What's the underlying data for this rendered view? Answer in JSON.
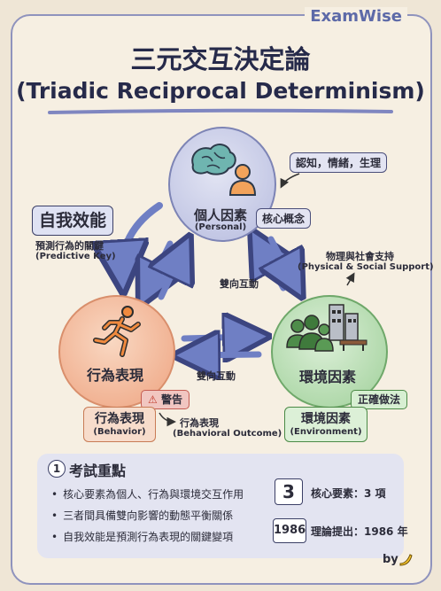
{
  "brand": "ExamWise",
  "title": {
    "zh": "三元交互決定論",
    "en": "(Triadic Reciprocal Determinism)"
  },
  "personal": {
    "zh": "個人因素",
    "en": "(Personal)",
    "tag_core": "核心概念",
    "tag_cog": "認知，情緒，生理"
  },
  "behavior": {
    "zh": "行為表現",
    "box_zh": "行為表現",
    "box_en": "(Behavior)",
    "warning": "警告",
    "outcome_zh": "行為表現",
    "outcome_en": "(Behavioral Outcome)"
  },
  "environment": {
    "zh": "環境因素",
    "box_zh": "環境因素",
    "box_en": "(Environment)",
    "correct": "正確做法",
    "support_zh": "物理與社會支持",
    "support_en": "(Physical & Social Support)"
  },
  "self_efficacy": {
    "title": "自我效能",
    "desc_zh": "預測行為的關鍵",
    "desc_en": "(Predictive Key)"
  },
  "links": {
    "upper": "雙向互動",
    "lower": "雙向互動"
  },
  "key_points": {
    "number": "1",
    "heading": "考試重點",
    "bullets": [
      "核心要素為個人、行為與環境交互作用",
      "三者間具備雙向影響的動態平衡關係",
      "自我效能是預測行為表現的關鍵變項"
    ],
    "stats": [
      {
        "value": "3",
        "label": "核心要素：3 項"
      },
      {
        "value": "1986",
        "label": "理論提出：1986 年"
      }
    ]
  },
  "footer": "by"
}
